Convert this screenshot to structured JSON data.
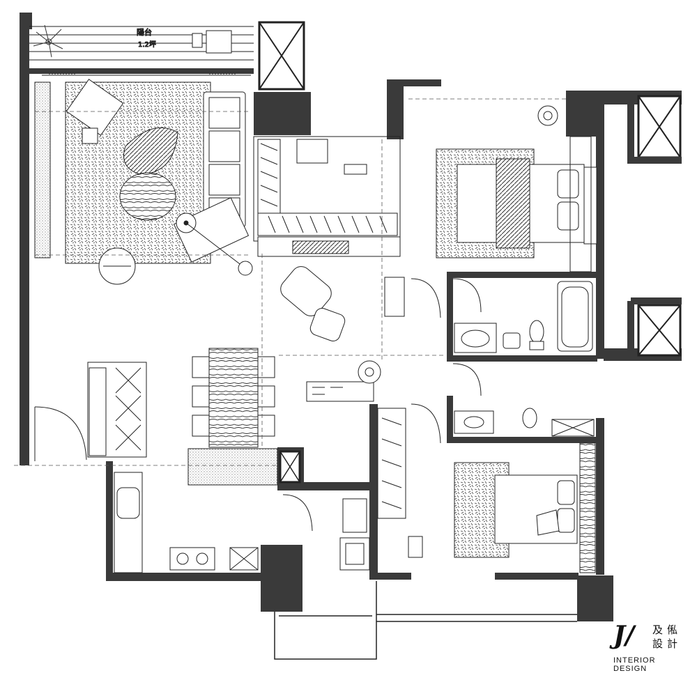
{
  "balcony": {
    "name": "陽台",
    "area": "1.2坪"
  },
  "brand": {
    "mark": "J/",
    "name_line1": "及俬",
    "name_line2": "設計",
    "subtitle": "INTERIOR DESIGN"
  },
  "colors": {
    "wall": "#3a3a3a",
    "line": "#222222",
    "paper": "#ffffff"
  }
}
